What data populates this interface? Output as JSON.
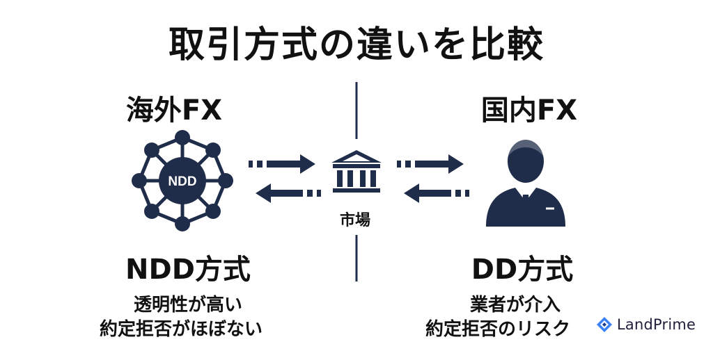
{
  "title": "取引方式の違いを比較",
  "left": {
    "heading": "海外FX",
    "hub_label": "NDD",
    "method": "NDD方式",
    "descriptions": [
      "透明性が高い",
      "約定拒否がほぼない"
    ]
  },
  "center": {
    "market_label": "市場"
  },
  "right": {
    "heading": "国内FX",
    "method": "DD方式",
    "descriptions": [
      "業者が介入",
      "約定拒否のリスク"
    ]
  },
  "brand": {
    "name": "LandPrime"
  },
  "icons": {
    "left": "network-hub-icon",
    "center": "bank-building-icon",
    "right": "businessman-icon",
    "brand": "landprime-logo-icon"
  },
  "colors": {
    "navy": "#1f2d4a",
    "text": "#111111",
    "brand_blue": "#3b82f6",
    "background": "#ffffff"
  }
}
